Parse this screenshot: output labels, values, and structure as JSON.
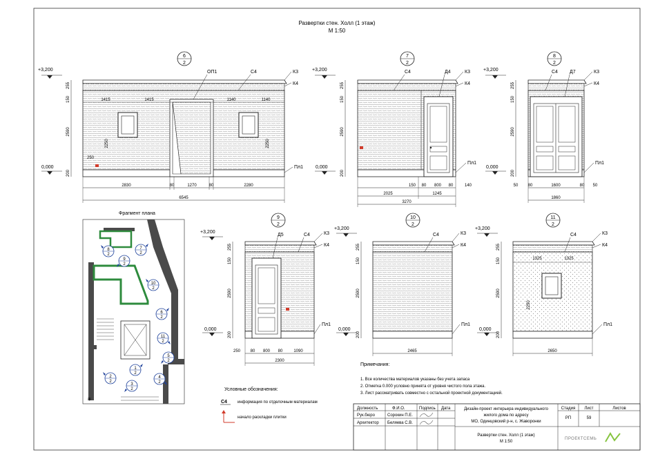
{
  "sheet": {
    "title": "Развертки стен. Холл (1 этаж)",
    "scale": "М 1:50",
    "plan_title": "Фрагмент плана"
  },
  "elevations": [
    {
      "id": "e6",
      "callout_top": "6",
      "callout_bottom": "2",
      "level_top": "+3,200",
      "level_floor": "0,000",
      "tags": [
        "ОП1",
        "С4",
        "К3",
        "К4",
        "Пл1"
      ],
      "top_dims": [
        "1415",
        "1415",
        "1140",
        "1140"
      ],
      "height_dims": [
        "255",
        "150",
        "2590",
        "200"
      ],
      "inner_dims": [
        "2250",
        "2250",
        "250"
      ],
      "bottom_dims": [
        "2830",
        "80",
        "1270",
        "80",
        "2280"
      ],
      "total": "6545"
    },
    {
      "id": "e7",
      "callout_top": "7",
      "callout_bottom": "2",
      "level_top": "+3,200",
      "level_floor": "0,000",
      "tags": [
        "С4",
        "Д4",
        "К3",
        "К4",
        "Пл1"
      ],
      "height_dims": [
        "255",
        "150",
        "2590",
        "200"
      ],
      "bottom_dims": [
        "150",
        "80",
        "800",
        "80",
        "140"
      ],
      "sub_dims": [
        "2025",
        "1245"
      ],
      "total": "3270"
    },
    {
      "id": "e8",
      "callout_top": "8",
      "callout_bottom": "2",
      "level_top": "+3,200",
      "level_floor": "0,000",
      "tags": [
        "С4",
        "Д7",
        "К3",
        "К4",
        "Пл1"
      ],
      "height_dims": [
        "255",
        "150",
        "2590",
        "200"
      ],
      "bottom_dims": [
        "50",
        "80",
        "1600",
        "80",
        "50"
      ],
      "total": "1860"
    },
    {
      "id": "e9",
      "callout_top": "9",
      "callout_bottom": "2",
      "level_top": "+3,200",
      "level_floor": "0,000",
      "tags": [
        "Д5",
        "С4",
        "К3",
        "К4",
        "Пл1"
      ],
      "height_dims": [
        "255",
        "150",
        "2590",
        "200"
      ],
      "bottom_dims": [
        "250",
        "80",
        "800",
        "80",
        "1090"
      ],
      "total": "2300"
    },
    {
      "id": "e10",
      "callout_top": "10",
      "callout_bottom": "2",
      "level_top": "+3,200",
      "level_floor": "0,000",
      "tags": [
        "С4",
        "К3",
        "К4",
        "Пл1"
      ],
      "height_dims": [
        "255",
        "150",
        "2590",
        "200"
      ],
      "total": "2465"
    },
    {
      "id": "e11",
      "callout_top": "11",
      "callout_bottom": "2",
      "level_top": "+3,200",
      "level_floor": "0,000",
      "tags": [
        "С4",
        "К3",
        "К4",
        "Пл1"
      ],
      "top_dims": [
        "1325",
        "1325"
      ],
      "height_dims": [
        "255",
        "150",
        "2590",
        "200"
      ],
      "inner_dims": [
        "2250"
      ],
      "total": "2650"
    }
  ],
  "plan_callouts": [
    {
      "n": "8",
      "d": "2"
    },
    {
      "n": "7",
      "d": "2"
    },
    {
      "n": "9",
      "d": "2"
    },
    {
      "n": "10",
      "d": "2"
    },
    {
      "n": "6",
      "d": "2"
    },
    {
      "n": "11",
      "d": "2"
    },
    {
      "n": "5",
      "d": "2"
    },
    {
      "n": "1",
      "d": "2"
    },
    {
      "n": "3",
      "d": "2"
    },
    {
      "n": "4",
      "d": "2"
    },
    {
      "n": "2",
      "d": "2"
    }
  ],
  "notes": {
    "title": "Примечания:",
    "items": [
      "1. Все количества материалов указаны без учета запаса",
      "2. Отметка 0.000 условно принята от уровня чистого пола этажа.",
      "3. Лист рассматривать совместно с остальной проектной документацией."
    ]
  },
  "legend": {
    "title": "Условные обозначения:",
    "tag": "С4",
    "tag_text": "информация по отделочным материалам",
    "arrow_text": "начало раскладки плитки"
  },
  "stamp": {
    "headers": [
      "Должность",
      "Ф.И.О.",
      "Подпись",
      "Дата"
    ],
    "rows": [
      [
        "Рук.бюро",
        "Сорокин П.Е."
      ],
      [
        "Архитектор",
        "Беляева С.В."
      ]
    ],
    "project_lines": [
      "Дизайн-проект интерьера индивидуального",
      "жилого дома по адресу",
      "МО, Одинцовский р-н, с. Жаворонки"
    ],
    "col_headers": [
      "Стадия",
      "Лист",
      "Листов"
    ],
    "stage": "РП",
    "sheet_no": "59",
    "sheets_total": "",
    "sheet_title": "Развертки стен. Холл (1 этаж)",
    "sheet_scale": "М 1:50",
    "company": "ПРОЕКТСЕМЬ"
  },
  "colors": {
    "wall_pattern": "#9a9a9a",
    "plan_wall": "#4a4a4a",
    "plan_green": "#2e8b3d",
    "callout_blue": "#1b3f9a",
    "accent_red": "#d23a2a"
  }
}
